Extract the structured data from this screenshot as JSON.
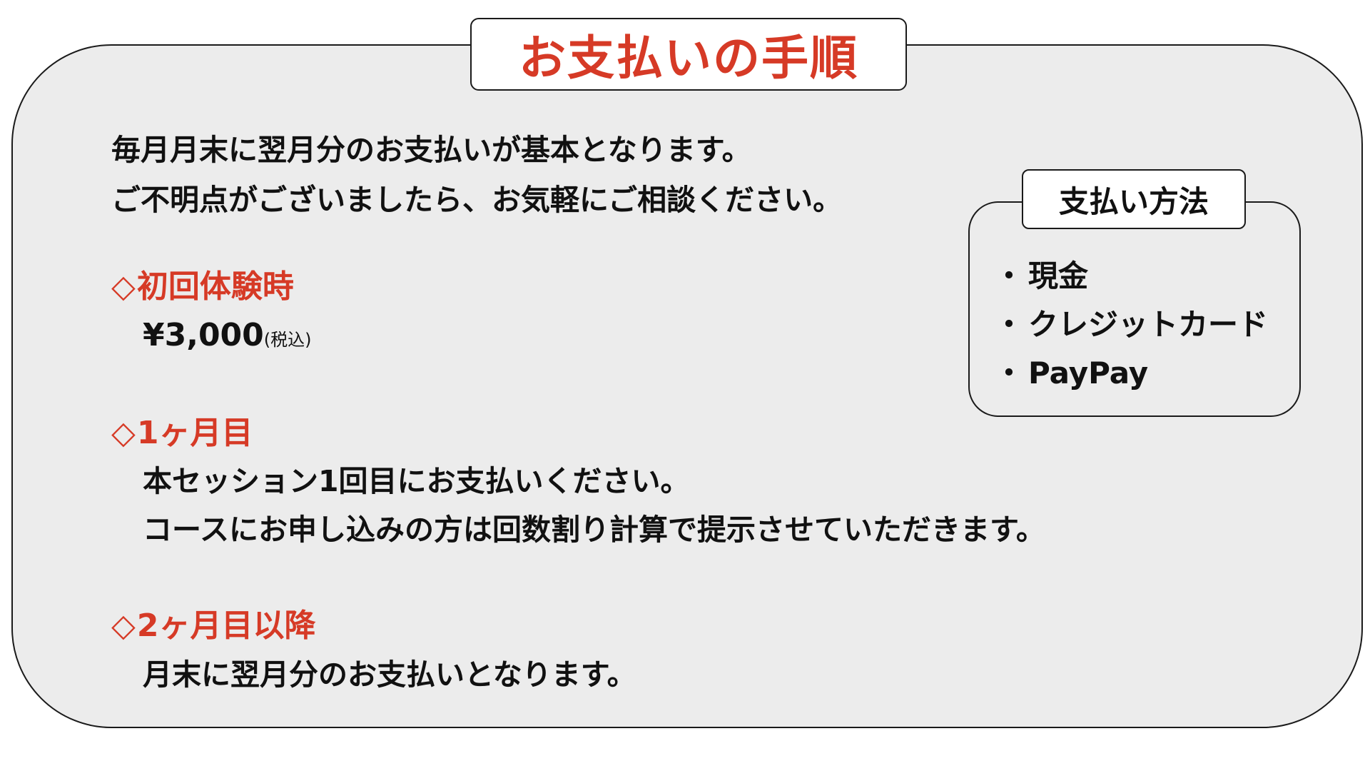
{
  "title": "お支払いの手順",
  "intro": {
    "line1": "毎月月末に翌月分のお支払いが基本となります。",
    "line2": "ご不明点がございましたら、お気軽にご相談ください。"
  },
  "sections": [
    {
      "marker": "◇",
      "heading": "初回体験時",
      "price": "¥3,000",
      "price_note": "(税込)"
    },
    {
      "marker": "◇",
      "heading": "1ヶ月目",
      "lines": [
        "本セッション1回目にお支払いください。",
        "コースにお申し込みの方は回数割り計算で提示させていただきます。"
      ]
    },
    {
      "marker": "◇",
      "heading": "2ヶ月目以降",
      "lines": [
        "月末に翌月分のお支払いとなります。"
      ]
    }
  ],
  "payment_methods": {
    "title": "支払い方法",
    "bullet": "・",
    "items": [
      "現金",
      "クレジットカード",
      "PayPay"
    ]
  },
  "colors": {
    "accent": "#d63a26",
    "panel": "#ececec",
    "border": "#1a1a1a",
    "text": "#111111"
  }
}
